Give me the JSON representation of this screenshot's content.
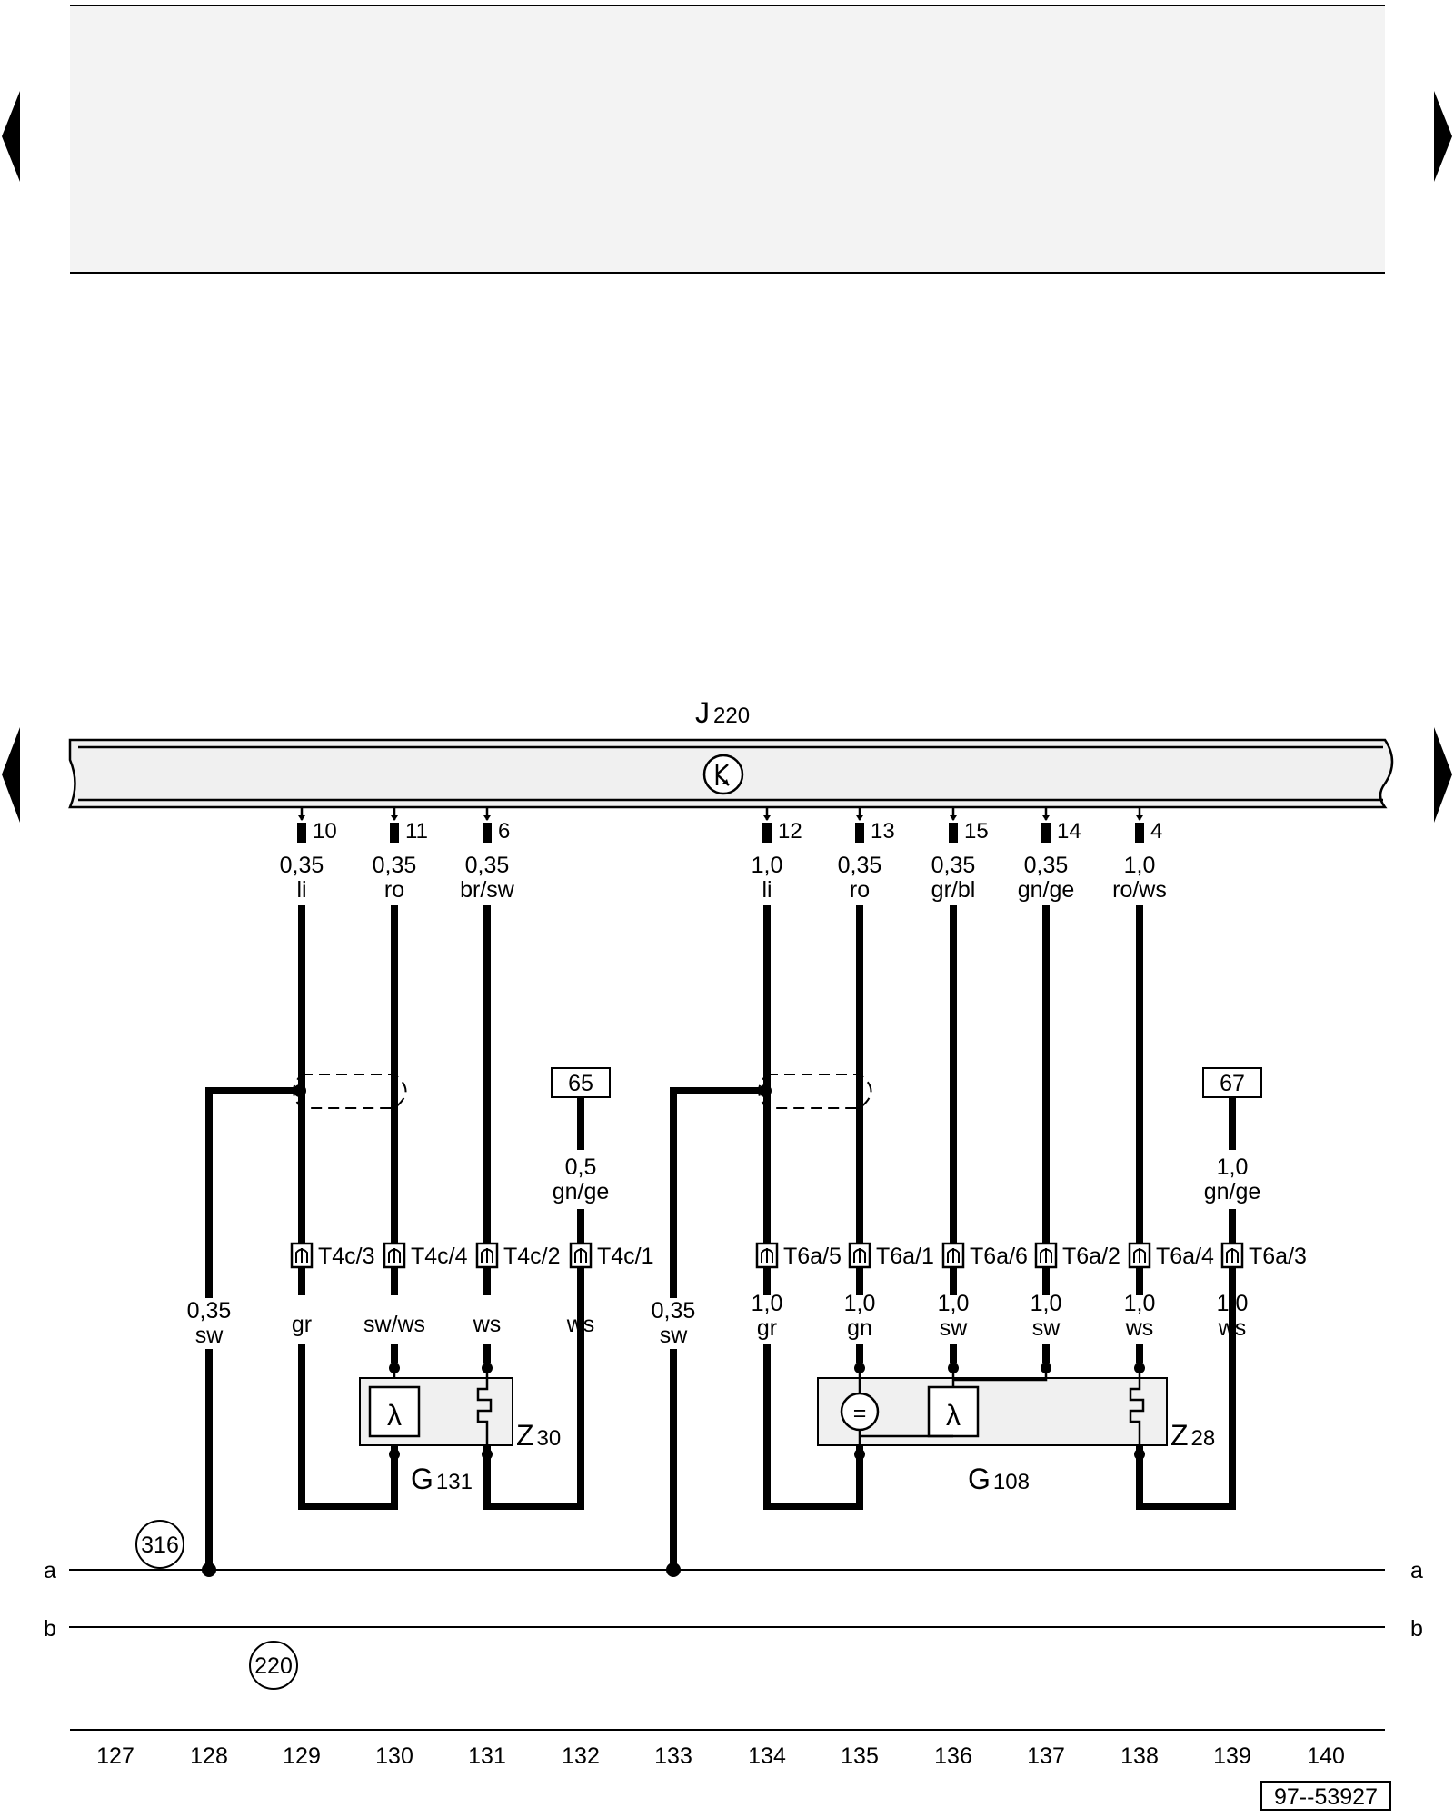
{
  "header_box": {
    "fill": "#f3f3f3"
  },
  "control_unit": {
    "name": "J",
    "sub": "220",
    "fill": "#f0f0f0",
    "icon": "transistor-switch-icon"
  },
  "wires": [
    {
      "pin": "10",
      "gauge": "0,35",
      "color": "li"
    },
    {
      "pin": "11",
      "gauge": "0,35",
      "color": "ro"
    },
    {
      "pin": "6",
      "gauge": "0,35",
      "color": "br/sw"
    },
    {
      "pin": "12",
      "gauge": "1,0",
      "color": "li"
    },
    {
      "pin": "13",
      "gauge": "0,35",
      "color": "ro"
    },
    {
      "pin": "15",
      "gauge": "0,35",
      "color": "gr/bl"
    },
    {
      "pin": "14",
      "gauge": "0,35",
      "color": "gn/ge"
    },
    {
      "pin": "4",
      "gauge": "1,0",
      "color": "ro/ws"
    }
  ],
  "connectors": [
    {
      "label": "T4c/3",
      "gauge": "",
      "color": "gr"
    },
    {
      "label": "T4c/4",
      "gauge": "",
      "color": "sw/ws"
    },
    {
      "label": "T4c/2",
      "gauge": "",
      "color": "ws"
    },
    {
      "label": "T4c/1",
      "gauge": "",
      "color": "ws"
    },
    {
      "label": "T6a/5",
      "gauge": "1,0",
      "color": "gr"
    },
    {
      "label": "T6a/1",
      "gauge": "1,0",
      "color": "gn"
    },
    {
      "label": "T6a/6",
      "gauge": "1,0",
      "color": "sw"
    },
    {
      "label": "T6a/2",
      "gauge": "1,0",
      "color": "sw"
    },
    {
      "label": "T6a/4",
      "gauge": "1,0",
      "color": "ws"
    },
    {
      "label": "T6a/3",
      "gauge": "1,0",
      "color": "ws"
    }
  ],
  "refs": [
    {
      "number": "65",
      "gauge": "0,5",
      "color": "gn/ge"
    },
    {
      "number": "67",
      "gauge": "1,0",
      "color": "gn/ge"
    }
  ],
  "grounds": [
    {
      "gauge": "0,35",
      "color": "sw"
    },
    {
      "gauge": "0,35",
      "color": "sw"
    }
  ],
  "sensors": [
    {
      "name": "G",
      "sub": "131",
      "heater": "Z",
      "heater_sub": "30",
      "icon": "lambda-probe-icon"
    },
    {
      "name": "G",
      "sub": "108",
      "heater": "Z",
      "heater_sub": "28",
      "icon": "lambda-probe-icon"
    }
  ],
  "lambda_symbol": "λ",
  "dc_symbol": "=",
  "busbars": {
    "a": "a",
    "b": "b"
  },
  "circles": [
    "316",
    "220"
  ],
  "columns": [
    "127",
    "128",
    "129",
    "130",
    "131",
    "132",
    "133",
    "134",
    "135",
    "136",
    "137",
    "138",
    "139",
    "140"
  ],
  "figure_id": "97--53927"
}
